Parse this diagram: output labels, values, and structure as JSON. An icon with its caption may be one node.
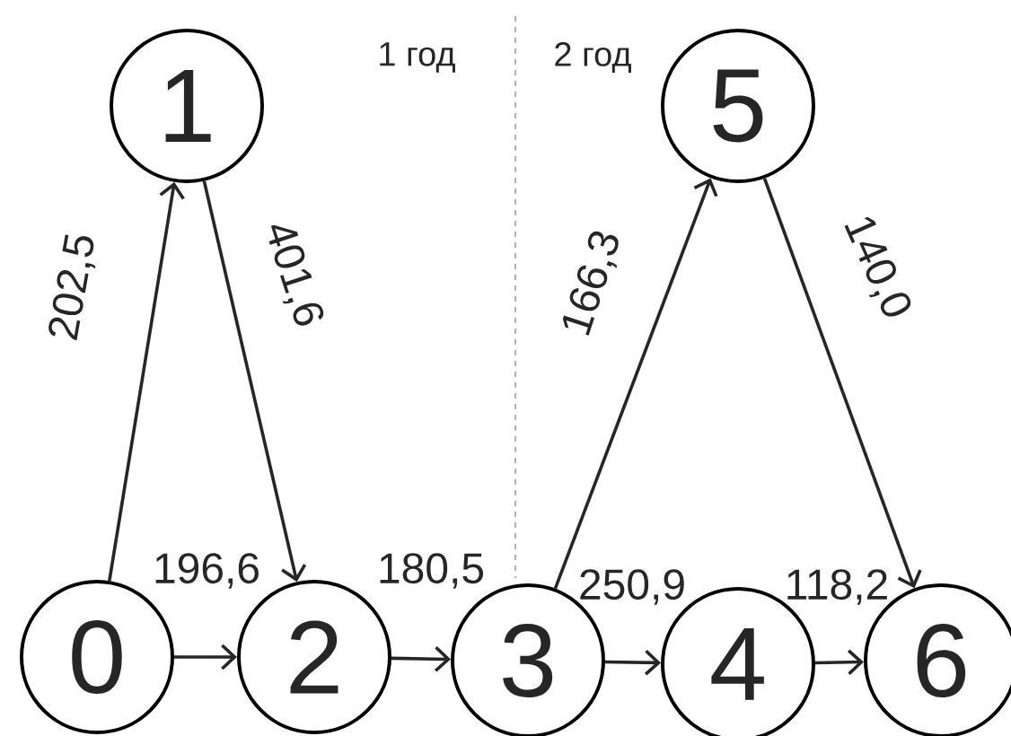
{
  "diagram": {
    "nodes": [
      {
        "text": [
          "0"
        ]
      },
      {
        "text": [
          "1"
        ]
      },
      {
        "text": [
          "2"
        ]
      },
      {
        "text": [
          "3"
        ]
      },
      {
        "text": [
          "4"
        ]
      },
      {
        "text": [
          "5"
        ]
      },
      {
        "text": [
          "6"
        ]
      }
    ],
    "edges": [
      {
        "from": 0,
        "to": 1,
        "arrow": "to",
        "label": "202,5"
      },
      {
        "from": 1,
        "to": 2,
        "arrow": "to",
        "label": "401,6"
      },
      {
        "from": 0,
        "to": 2,
        "arrow": "to",
        "label": "196,6"
      },
      {
        "from": 2,
        "to": 3,
        "arrow": "to",
        "label": "180,5"
      },
      {
        "from": 3,
        "to": 5,
        "arrow": "to",
        "label": "166,3"
      },
      {
        "from": 5,
        "to": 6,
        "arrow": "to",
        "label": "140,0"
      },
      {
        "from": 3,
        "to": 4,
        "arrow": "to",
        "label": "250,9"
      },
      {
        "from": 4,
        "to": 6,
        "arrow": "to",
        "label": "118,2"
      }
    ],
    "labels": [
      "1 год",
      "2 год"
    ]
  }
}
